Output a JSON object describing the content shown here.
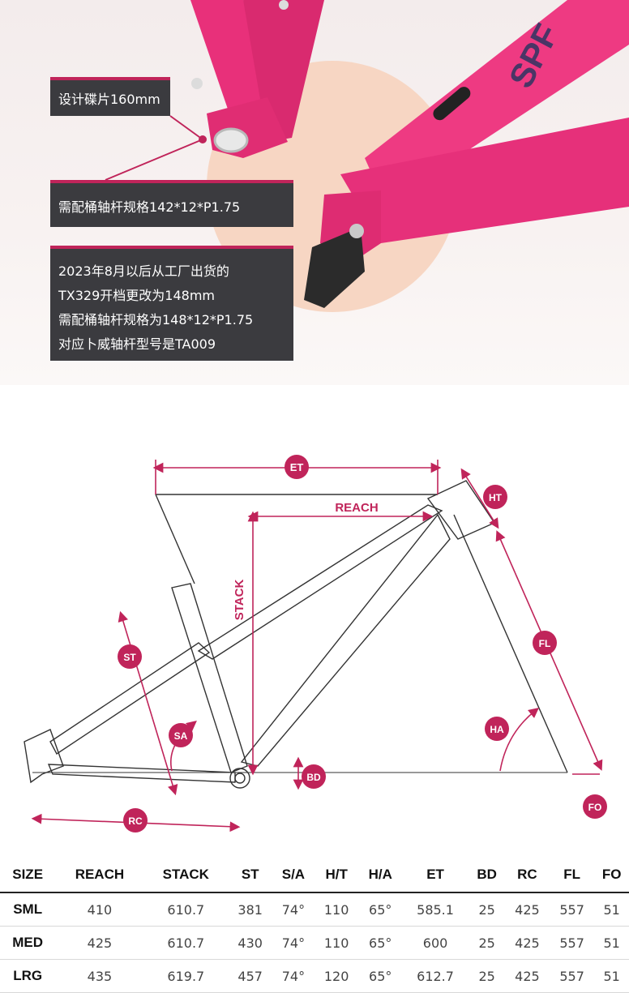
{
  "callouts": {
    "disc": "设计碟片160mm",
    "axle": "需配桶轴杆规格142*12*P1.75",
    "note_lines": [
      "2023年8月以后从工厂出货的",
      "TX329开档更改为148mm",
      "需配桶轴杆规格为148*12*P1.75",
      "对应卜威轴杆型号是TA009"
    ]
  },
  "frame_brand": "SPF",
  "geometry_labels": {
    "et": "ET",
    "reach": "REACH",
    "stack": "STACK",
    "ht": "HT",
    "fl": "FL",
    "st": "ST",
    "sa": "SA",
    "ha": "HA",
    "bd": "BD",
    "rc": "RC",
    "fo": "FO"
  },
  "colors": {
    "accent": "#c0245a",
    "frame_pink": "#e8307a",
    "callout_bg": "#3b3b3f",
    "glow": "#f7d2bd"
  },
  "table": {
    "headers": [
      "SIZE",
      "REACH",
      "STACK",
      "ST",
      "S/A",
      "H/T",
      "H/A",
      "ET",
      "BD",
      "RC",
      "FL",
      "FO"
    ],
    "rows": [
      [
        "SML",
        "410",
        "610.7",
        "381",
        "74°",
        "110",
        "65°",
        "585.1",
        "25",
        "425",
        "557",
        "51"
      ],
      [
        "MED",
        "425",
        "610.7",
        "430",
        "74°",
        "110",
        "65°",
        "600",
        "25",
        "425",
        "557",
        "51"
      ],
      [
        "LRG",
        "435",
        "619.7",
        "457",
        "74°",
        "120",
        "65°",
        "612.7",
        "25",
        "425",
        "557",
        "51"
      ]
    ]
  }
}
